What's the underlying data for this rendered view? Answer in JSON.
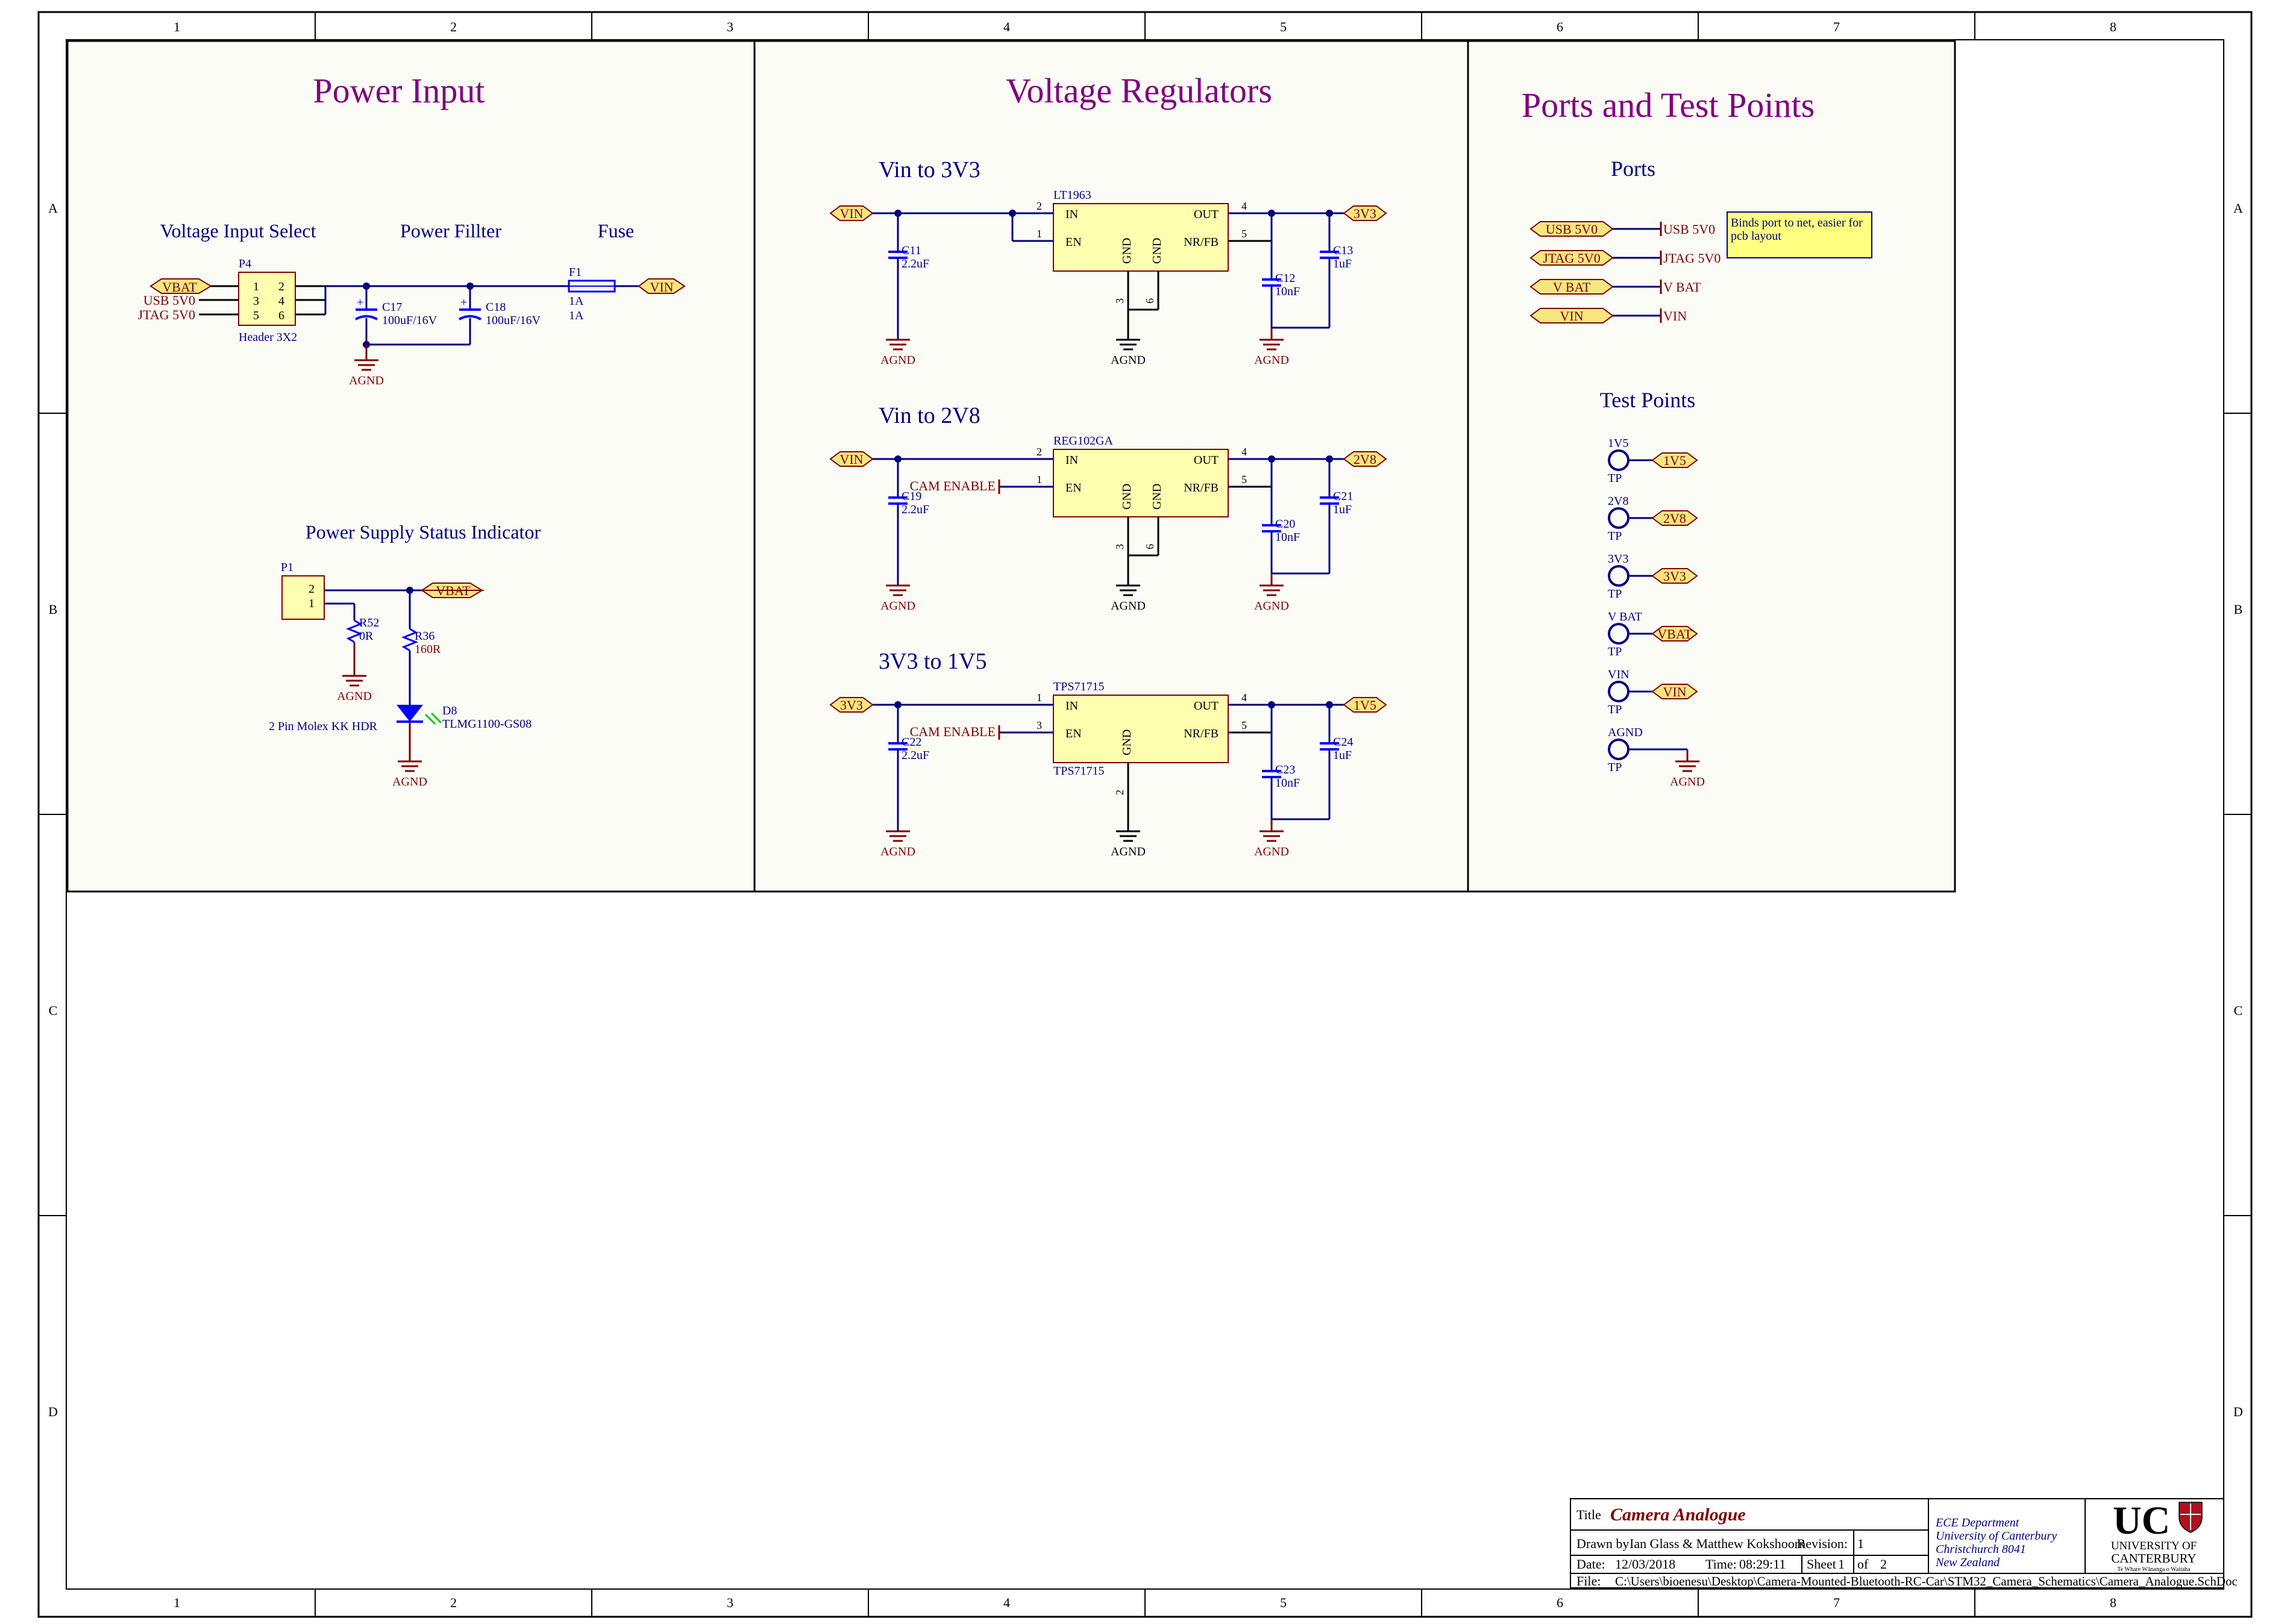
{
  "colors": {
    "wire": "#000080",
    "title_text": "#800080",
    "label_text": "#000080",
    "power_symbol": "#800000",
    "component_fill": "#ffffb0",
    "component_stroke": "#800000",
    "port_fill": "#f5e680",
    "note_fill": "#ffff80",
    "led": "#0000ff",
    "sheet_bg": "#fcfcf6"
  },
  "grid": {
    "columns": [
      "1",
      "2",
      "3",
      "4",
      "5",
      "6",
      "7",
      "8"
    ],
    "rows": [
      "A",
      "B",
      "C",
      "D"
    ]
  },
  "sections": {
    "power_input": {
      "title": "Power Input",
      "voltage_input_select": "Voltage Input Select",
      "power_filter": "Power Fillter",
      "fuse": "Fuse",
      "status_indicator": "Power Supply Status Indicator",
      "header_ref": "P4",
      "header_type": "Header 3X2",
      "header_pins": [
        "1",
        "2",
        "3",
        "4",
        "5",
        "6"
      ],
      "ports_in": [
        "VBAT",
        "USB 5V0",
        "JTAG 5V0"
      ],
      "c17_ref": "C17",
      "c17_val": "100uF/16V",
      "c18_ref": "C18",
      "c18_val": "100uF/16V",
      "fuse_ref": "F1",
      "fuse_val1": "1A",
      "fuse_val2": "1A",
      "vin_port": "VIN",
      "gnd": "AGND",
      "p1_ref": "P1",
      "p1_pins": [
        "2",
        "1"
      ],
      "p1_type": "2 Pin Molex KK HDR",
      "vbat_port": "VBAT",
      "r52_ref": "R52",
      "r52_val": "0R",
      "r36_ref": "R36",
      "r36_val": "160R",
      "d8_ref": "D8",
      "d8_val": "TLMG1100-GS08"
    },
    "regulators": {
      "title": "Voltage Regulators",
      "blocks": [
        {
          "subtitle": "Vin to 3V3",
          "ic": "LT1963",
          "ic_bottom": "",
          "in_port": "VIN",
          "out_port": "3V3",
          "enable": "",
          "pin_in": "2",
          "pin_en": "1",
          "pin_out": "4",
          "pin_nr": "5",
          "pin_g1": "3",
          "pin_g2": "6",
          "c_in_ref": "C11",
          "c_in_val": "2.2uF",
          "c_a_ref": "C12",
          "c_a_val": "10nF",
          "c_b_ref": "C13",
          "c_b_val": "1uF",
          "two_gnd": true
        },
        {
          "subtitle": "Vin to 2V8",
          "ic": "REG102GA",
          "ic_bottom": "",
          "in_port": "VIN",
          "out_port": "2V8",
          "enable": "CAM ENABLE",
          "pin_in": "2",
          "pin_en": "1",
          "pin_out": "4",
          "pin_nr": "5",
          "pin_g1": "3",
          "pin_g2": "6",
          "c_in_ref": "C19",
          "c_in_val": "2.2uF",
          "c_a_ref": "C20",
          "c_a_val": "10nF",
          "c_b_ref": "C21",
          "c_b_val": "1uF",
          "two_gnd": true
        },
        {
          "subtitle": "3V3 to 1V5",
          "ic": "TPS71715",
          "ic_bottom": "TPS71715",
          "in_port": "3V3",
          "out_port": "1V5",
          "enable": "CAM ENABLE",
          "pin_in": "1",
          "pin_en": "3",
          "pin_out": "4",
          "pin_nr": "5",
          "pin_g1": "2",
          "pin_g2": "",
          "c_in_ref": "C22",
          "c_in_val": "2.2uF",
          "c_a_ref": "C23",
          "c_a_val": "10nF",
          "c_b_ref": "C24",
          "c_b_val": "1uF",
          "two_gnd": false
        }
      ],
      "labels": {
        "in": "IN",
        "en": "EN",
        "out": "OUT",
        "nr": "NR/FB",
        "gnd": "GND"
      },
      "gnd": "AGND"
    },
    "ports": {
      "title": "Ports and Test Points",
      "ports_heading": "Ports",
      "ports": [
        {
          "port": "USB 5V0",
          "net": "USB 5V0"
        },
        {
          "port": "JTAG 5V0",
          "net": "JTAG 5V0"
        },
        {
          "port": "V BAT",
          "net": "V BAT"
        },
        {
          "port": "VIN",
          "net": "VIN"
        }
      ],
      "note": [
        "Binds port to net, easier for",
        "pcb layout"
      ],
      "tp_heading": "Test Points",
      "test_points": [
        {
          "label": "1V5",
          "type": "TP",
          "port": "1V5"
        },
        {
          "label": "2V8",
          "type": "TP",
          "port": "2V8"
        },
        {
          "label": "3V3",
          "type": "TP",
          "port": "3V3"
        },
        {
          "label": "V BAT",
          "type": "TP",
          "port": "VBAT"
        },
        {
          "label": "VIN",
          "type": "TP",
          "port": "VIN"
        },
        {
          "label": "AGND",
          "type": "TP",
          "port": ""
        }
      ],
      "gnd": "AGND"
    }
  },
  "title_block": {
    "title_label": "Title",
    "title": "Camera Analogue",
    "drawn_label": "Drawn by",
    "drawn_by": "Ian Glass & Matthew Kokshoorn",
    "revision_label": "Revision:",
    "revision": "1",
    "date_label": "Date:",
    "date": "12/03/2018",
    "time_label": "Time:",
    "time": "08:29:11",
    "sheet_label": "Sheet",
    "sheet": "1",
    "of_label": "of",
    "of": "2",
    "file_label": "File:",
    "file": "C:\\Users\\bioenesu\\Desktop\\Camera-Mounted-Bluetooth-RC-Car\\STM32_Camera_Schematics\\Camera_Analogue.SchDoc",
    "dept": [
      "ECE Department",
      "University of Canterbury",
      "Christchurch 8041",
      "New Zealand"
    ],
    "logo_text": "UC",
    "logo_line1": "UNIVERSITY OF",
    "logo_line2": "CANTERBURY",
    "logo_motto": "Te Whare Wānanga o Waitaha"
  }
}
